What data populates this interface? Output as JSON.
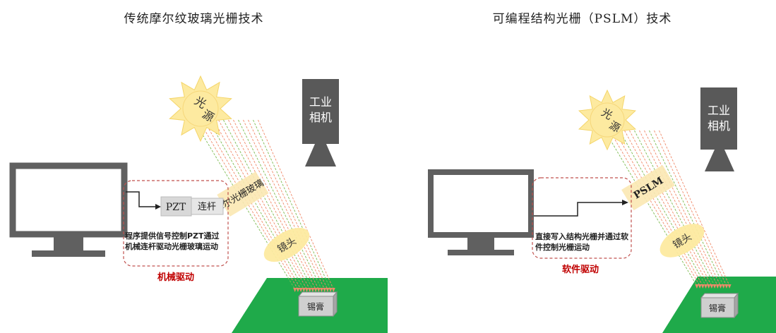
{
  "colors": {
    "sun": "#fdeaa0",
    "sun_stroke": "#f4d56a",
    "ray": "#f08a6a",
    "ray_green": "#7dbb52",
    "grid": "#fbe8b2",
    "lens": "#fdeaa0",
    "monitor": "#606060",
    "camera": "#595959",
    "board": "#1faa4a",
    "box": "#bfbfbf",
    "dash": "#c0504d",
    "accent_text": "#c00000"
  },
  "left": {
    "title": "传统摩尔纹玻璃光栅技术",
    "sun_text_1": "光",
    "sun_text_2": "源",
    "camera_line_1": "工业",
    "camera_line_2": "相机",
    "pzt_label": "PZT",
    "link_label": "连杆",
    "grating_label": "摩尔光栅玻璃",
    "lens_label": "镜头",
    "desc_line_1": "程序提供信号控制PZT通过",
    "desc_line_2": "机械连杆驱动光栅玻璃运动",
    "drive_label": "机械驱动",
    "sample_label": "锡膏"
  },
  "right": {
    "title": "可编程结构光栅（PSLM）技术",
    "sun_text_1": "光",
    "sun_text_2": "源",
    "camera_line_1": "工业",
    "camera_line_2": "相机",
    "grating_label": "PSLM",
    "lens_label": "镜头",
    "desc_line_1": "直接写入结构光栅并通过软",
    "desc_line_2": "件控制光栅运动",
    "drive_label": "软件驱动",
    "sample_label": "锡膏"
  }
}
